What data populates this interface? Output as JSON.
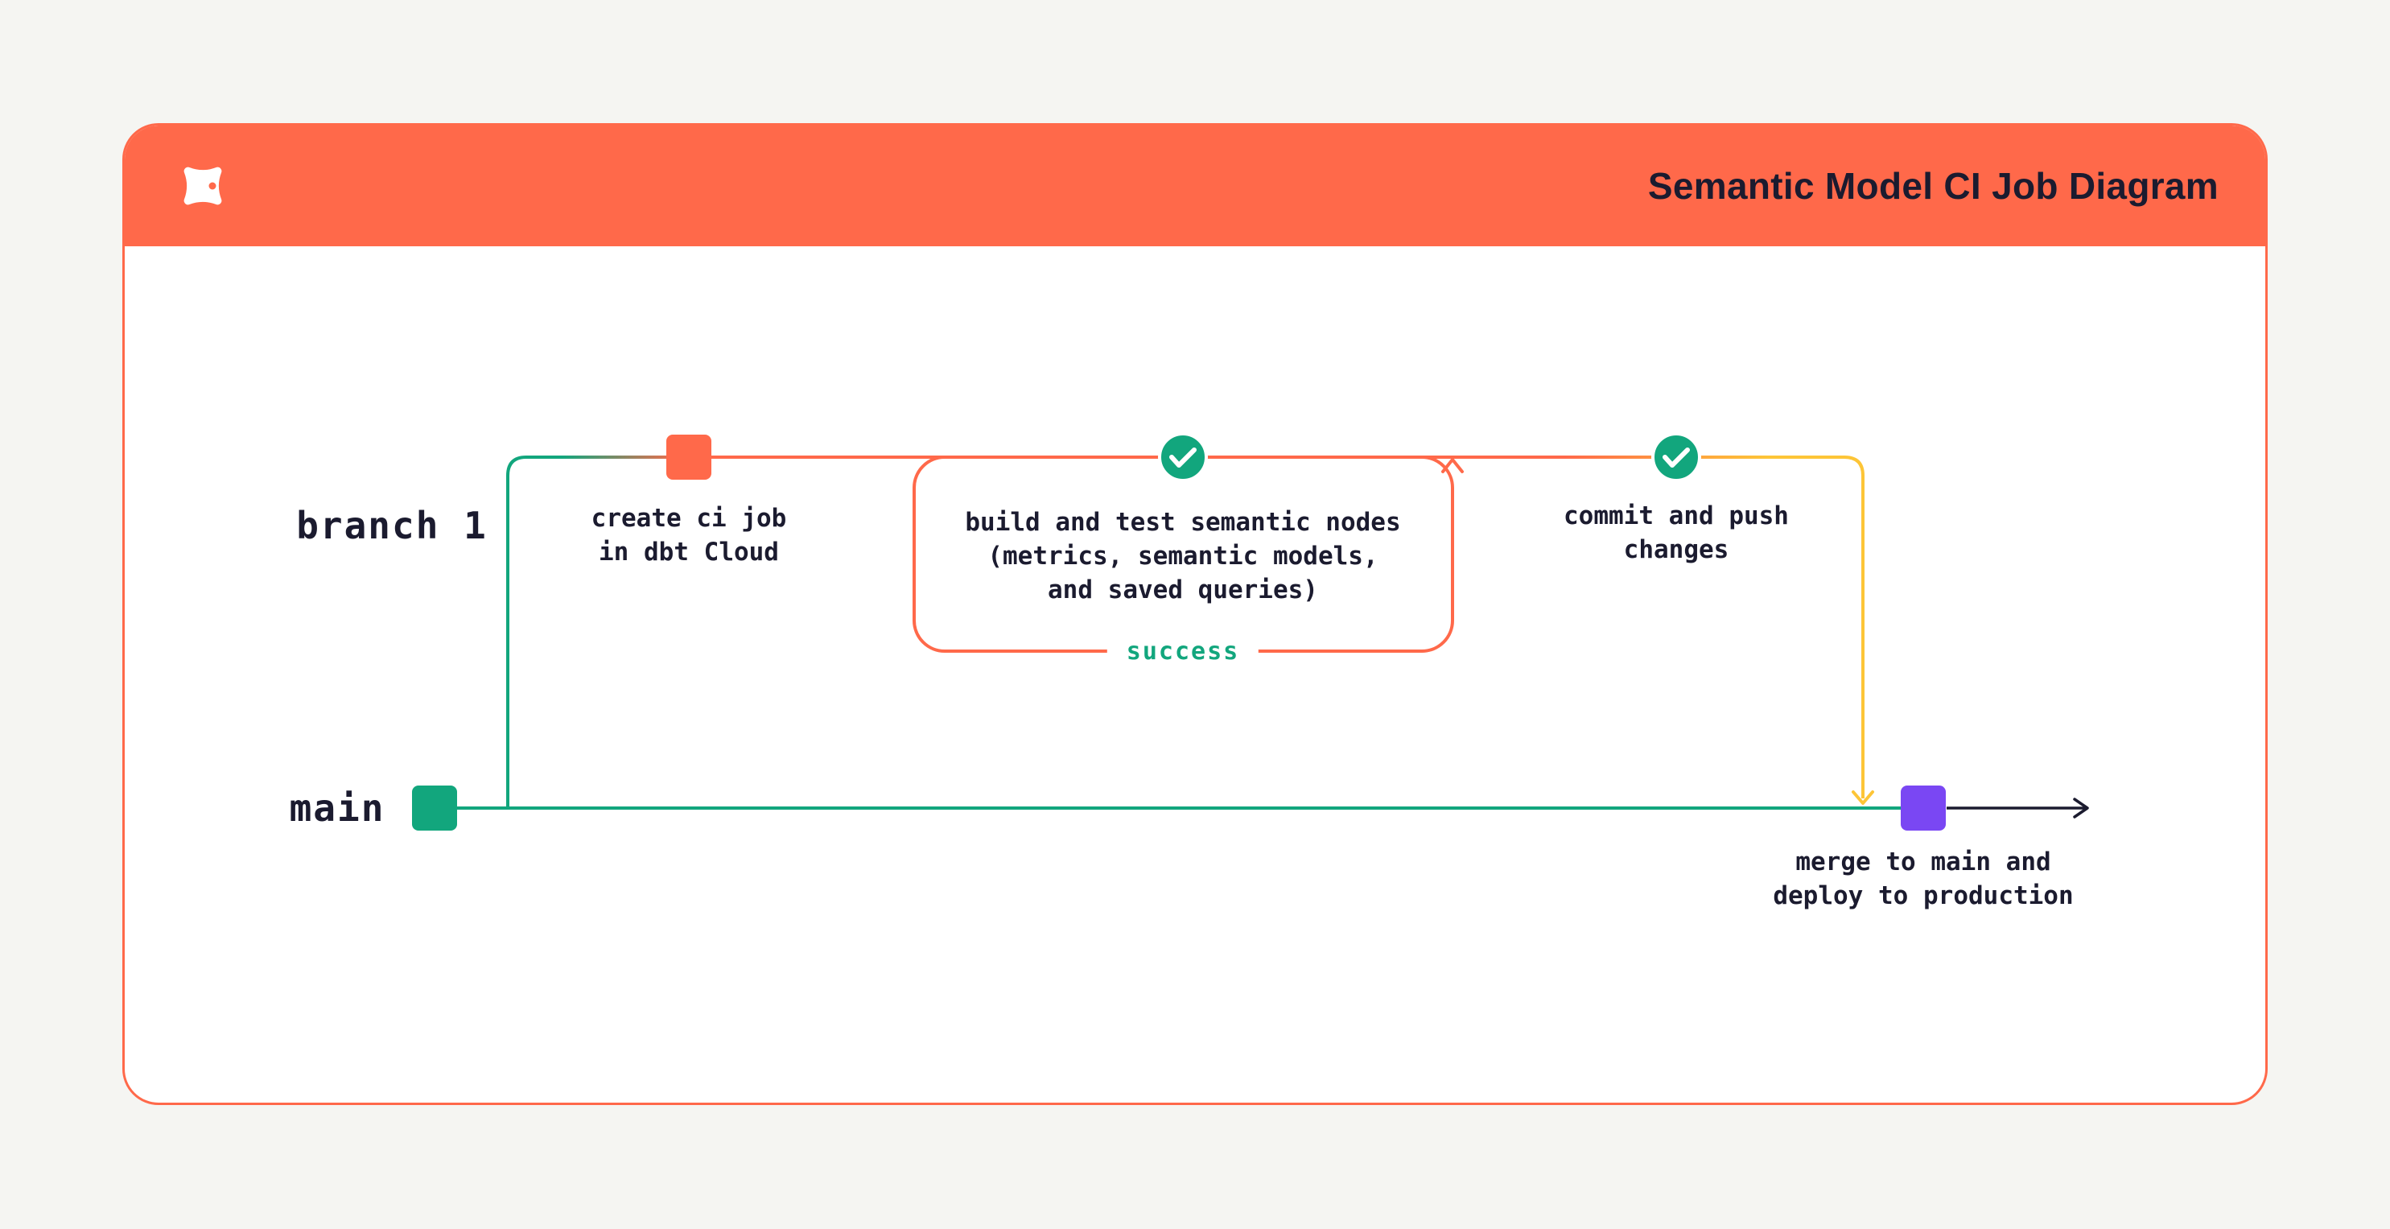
{
  "header": {
    "title": "Semantic Model CI Job Diagram"
  },
  "diagram": {
    "lanes": {
      "branch": "branch 1",
      "main": "main"
    },
    "steps": {
      "create_ci_job": "create ci job\nin dbt Cloud",
      "build_and_test": "build and test semantic nodes\n(metrics, semantic models,\nand saved queries)",
      "success": "success",
      "commit_and_push": "commit and push\nchanges",
      "merge_deploy": "merge to main and\ndeploy to production"
    }
  },
  "icons": {
    "logo": "dbt-logo",
    "check": "check-icon",
    "check_glyph": "✓"
  },
  "colors": {
    "page-bg": "#F5F5F2",
    "card-bg": "#FFFFFF",
    "accent": "#FF694A",
    "teal": "#12A67D",
    "yellow": "#FDC537",
    "purple": "#7A47F3",
    "ink": "#1B1B2F"
  }
}
